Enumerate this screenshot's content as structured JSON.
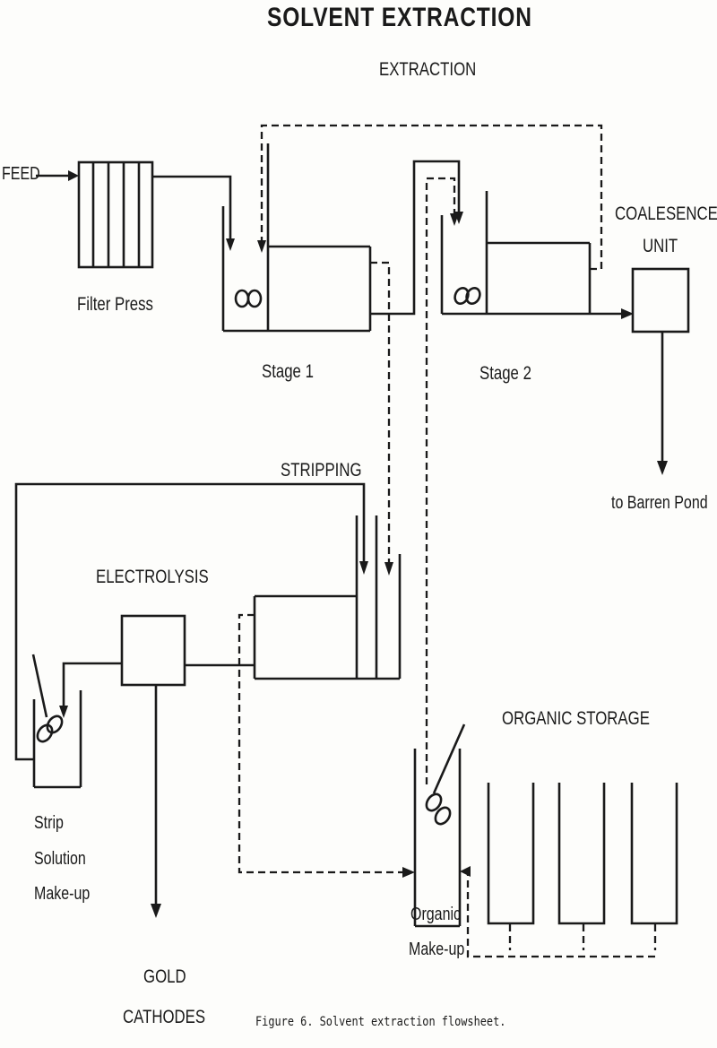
{
  "title": "SOLVENT EXTRACTION",
  "sections": {
    "extraction": "EXTRACTION",
    "stripping": "STRIPPING",
    "electrolysis": "ELECTROLYSIS",
    "organic_storage": "ORGANIC  STORAGE"
  },
  "labels": {
    "feed": "FEED",
    "filter_press": "Filter Press",
    "stage1": "Stage 1",
    "stage2": "Stage 2",
    "coalesence_line1": "COALESENCE",
    "coalesence_line2": "UNIT",
    "barren_pond": "to Barren Pond",
    "strip_line1": "Strip",
    "strip_line2": "Solution",
    "strip_line3": "Make-up",
    "gold_line1": "GOLD",
    "gold_line2": "CATHODES",
    "organic_line1": "Organic",
    "organic_line2": "Make-up"
  },
  "caption": "Figure 6.  Solvent extraction flowsheet."
}
